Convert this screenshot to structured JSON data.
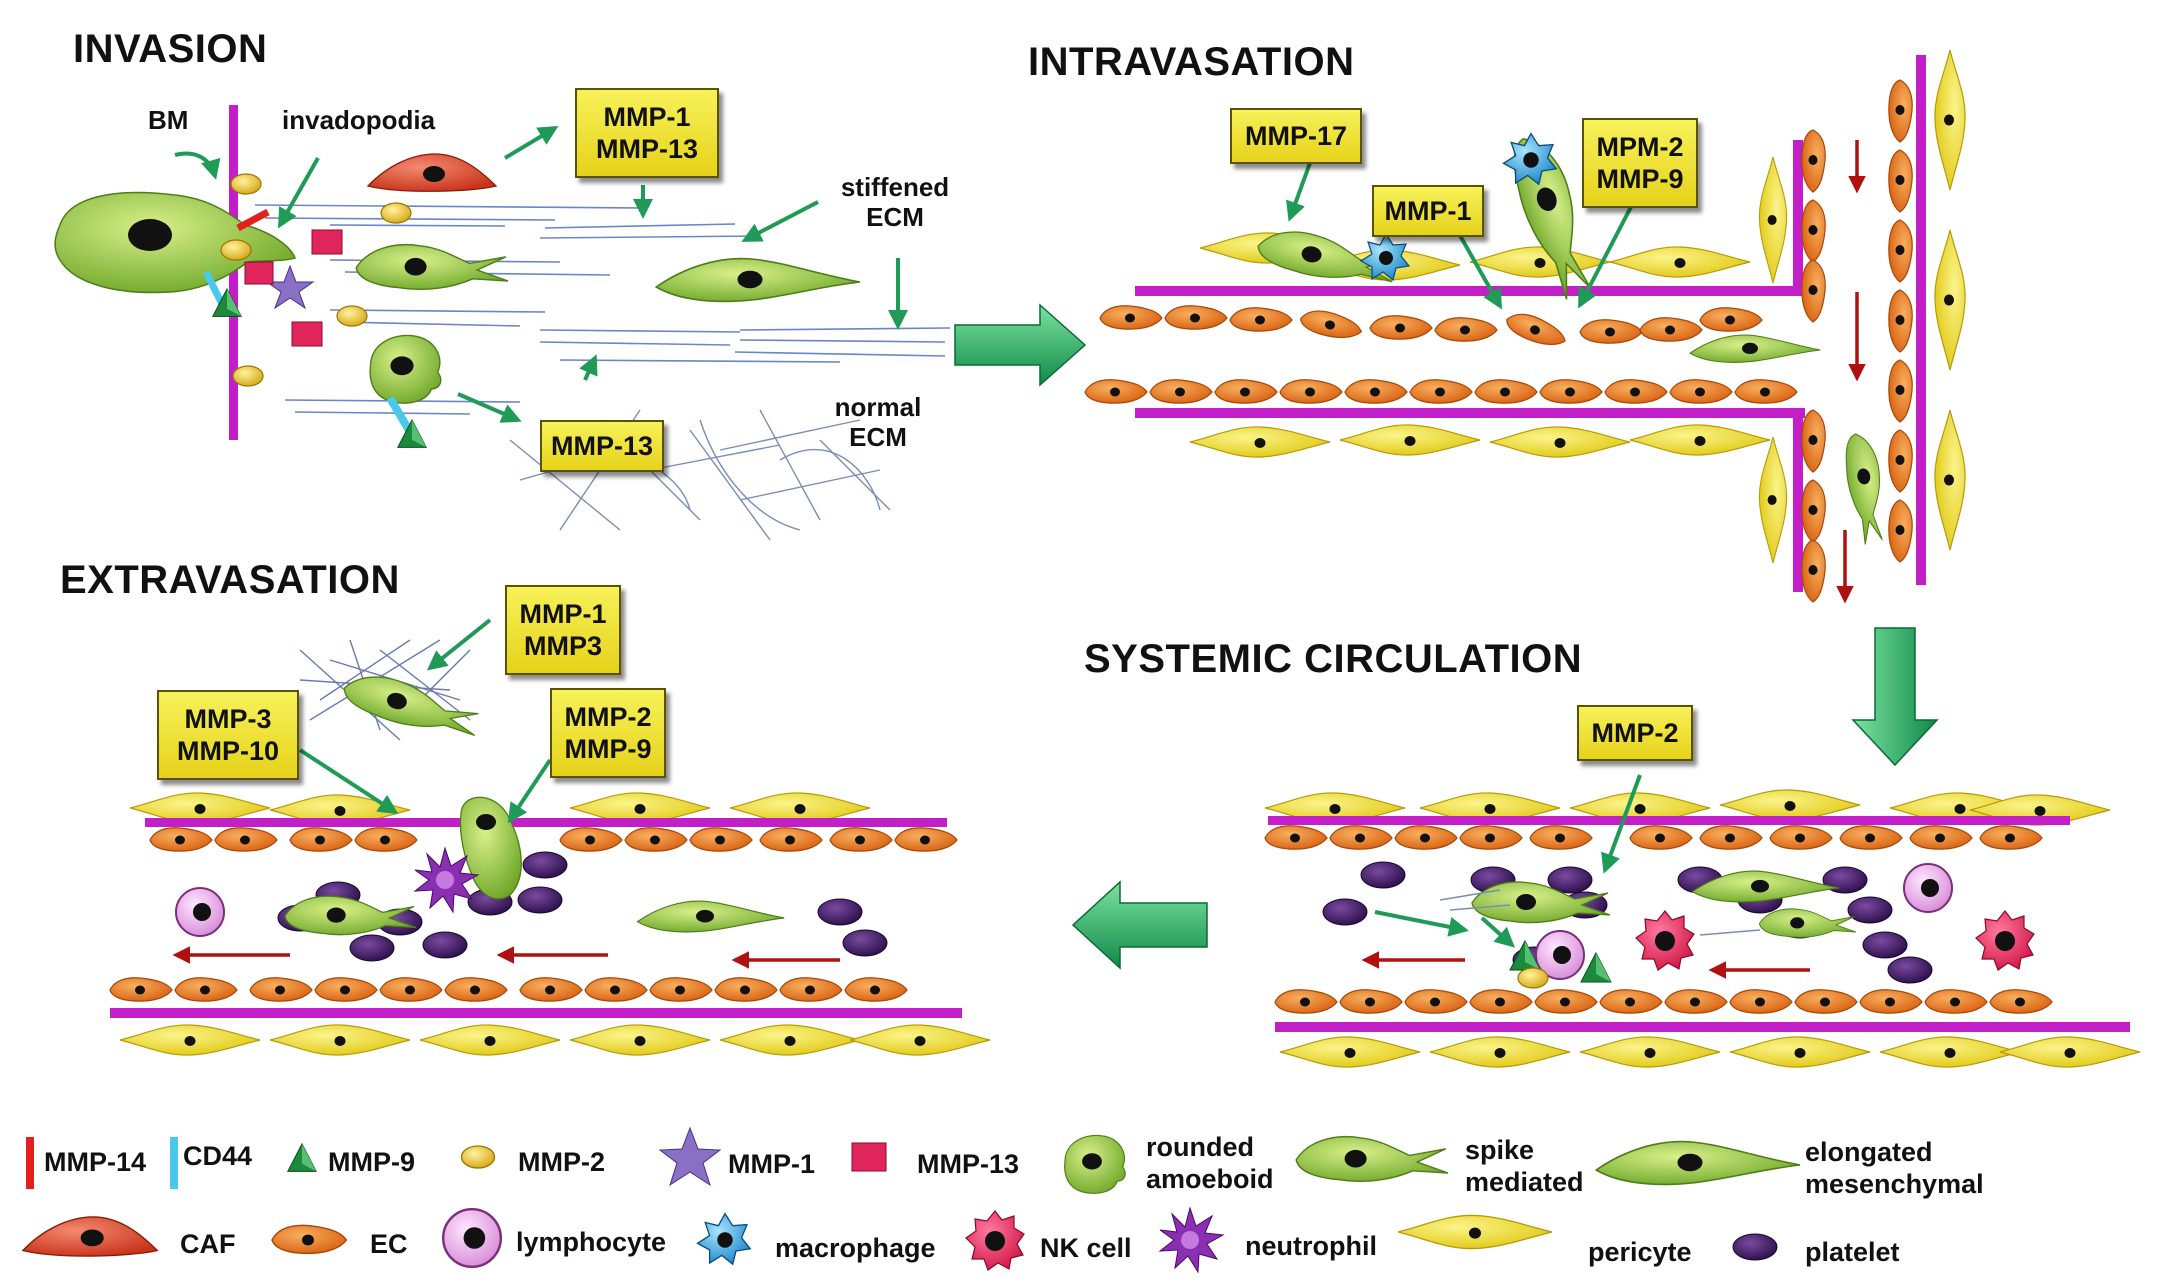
{
  "panels": {
    "invasion": {
      "title": "INVASION",
      "labels": {
        "bm": "BM",
        "invadopodia": "invadopodia",
        "stiffened_ecm": "stiffened\nECM",
        "normal_ecm": "normal\nECM"
      },
      "tags": {
        "mmp1_mmp13": [
          "MMP-1",
          "MMP-13"
        ],
        "mmp13": [
          "MMP-13"
        ]
      }
    },
    "intravasation": {
      "title": "INTRAVASATION",
      "tags": {
        "mmp17": [
          "MMP-17"
        ],
        "mmp1": [
          "MMP-1"
        ],
        "mpm2_mmp9": [
          "MPM-2",
          "MMP-9"
        ]
      }
    },
    "systemic_circulation": {
      "title": "SYSTEMIC CIRCULATION",
      "tags": {
        "mmp2": [
          "MMP-2"
        ]
      }
    },
    "extravasation": {
      "title": "EXTRAVASATION",
      "tags": {
        "mmp1_mmp3": [
          "MMP-1",
          "MMP3"
        ],
        "mmp3_mmp10": [
          "MMP-3",
          "MMP-10"
        ],
        "mmp2_mmp9": [
          "MMP-2",
          "MMP-9"
        ]
      }
    }
  },
  "legend": {
    "row1": [
      {
        "label": "MMP-14",
        "icon": "red-bar-icon"
      },
      {
        "label": "CD44",
        "icon": "cyan-bar-icon"
      },
      {
        "label": "MMP-9",
        "icon": "green-triangle-icon"
      },
      {
        "label": "MMP-2",
        "icon": "yellow-ellipse-icon"
      },
      {
        "label": "MMP-1",
        "icon": "purple-star-icon"
      },
      {
        "label": "MMP-13",
        "icon": "pink-square-icon"
      },
      {
        "label": "rounded\namoeboid",
        "icon": "rounded-cell-icon"
      },
      {
        "label": "spike\nmediated",
        "icon": "spike-cell-icon"
      },
      {
        "label": "elongated\nmesenchymal",
        "icon": "elongated-cell-icon"
      }
    ],
    "row2": [
      {
        "label": "CAF",
        "icon": "caf-cell-icon"
      },
      {
        "label": "EC",
        "icon": "ec-cell-icon"
      },
      {
        "label": "lymphocyte",
        "icon": "lymphocyte-icon"
      },
      {
        "label": "macrophage",
        "icon": "macrophage-icon"
      },
      {
        "label": "NK cell",
        "icon": "nk-cell-icon"
      },
      {
        "label": "neutrophil",
        "icon": "neutrophil-icon"
      },
      {
        "label": "pericyte",
        "icon": "pericyte-icon"
      },
      {
        "label": "platelet",
        "icon": "platelet-icon"
      }
    ]
  },
  "colors": {
    "tumor_green": "#9ccc45",
    "endothelial_orange": "#e8761c",
    "pericyte_yellow": "#f2e21c",
    "membrane_magenta": "#c21fc9",
    "arrow_green": "#1f9a57",
    "flow_red": "#b01010",
    "tag_yellow": "#f2e83a",
    "platelet_purple": "#3a1a5c"
  }
}
